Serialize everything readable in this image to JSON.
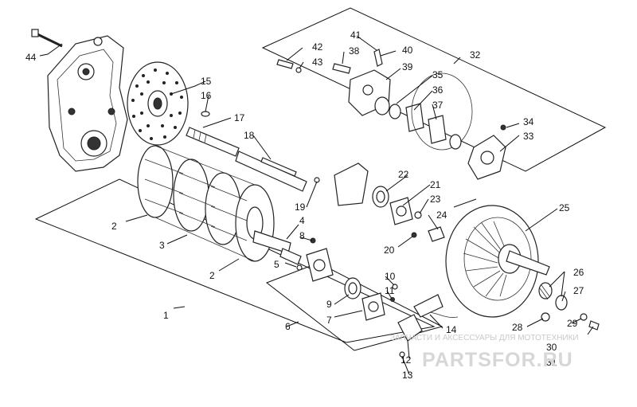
{
  "callouts": {
    "c1": "1",
    "c2a": "2",
    "c2b": "2",
    "c3": "3",
    "c4": "4",
    "c5": "5",
    "c6": "6",
    "c7": "7",
    "c8": "8",
    "c9": "9",
    "c10": "10",
    "c11": "11",
    "c12": "12",
    "c13": "13",
    "c14": "14",
    "c15": "15",
    "c16": "16",
    "c17": "17",
    "c18": "18",
    "c19": "19",
    "c20": "20",
    "c21": "21",
    "c22": "22",
    "c23": "23",
    "c24": "24",
    "c25": "25",
    "c26": "26",
    "c27": "27",
    "c28": "28",
    "c29": "29",
    "c30": "30",
    "c31": "31",
    "c32": "32",
    "c33": "33",
    "c34": "34",
    "c35": "35",
    "c36": "36",
    "c37": "37",
    "c38": "38",
    "c39": "39",
    "c40": "40",
    "c41": "41",
    "c42": "42",
    "c43": "43",
    "c44": "44"
  },
  "watermark": {
    "tagline": "ЗАПЧАСТИ И АКСЕССУАРЫ ДЛЯ МОТОТЕХНИКИ",
    "brand": "PARTSFOR.RU"
  }
}
